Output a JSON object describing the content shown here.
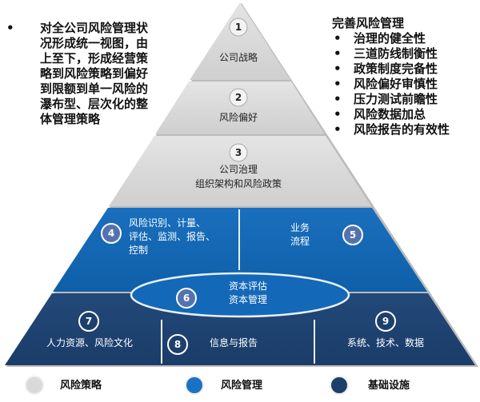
{
  "left_note": {
    "bullet": "•",
    "text": "对全公司风险管理状况形成统一视图，由上至下，形成经营策略到风险策略到偏好到限额到单一风险的瀑布型、层次化的整体管理策略"
  },
  "right_note": {
    "title": "完善风险管理",
    "items": [
      "治理的健全性",
      "三道防线制衡性",
      "政策制度完备性",
      "风险偏好审慎性",
      "压力测试前瞻性",
      "风险数据加总",
      "风险报告的有效性"
    ]
  },
  "levels": [
    {
      "num": "1",
      "lines": [
        "公司战略"
      ]
    },
    {
      "num": "2",
      "lines": [
        "风险偏好"
      ]
    },
    {
      "num": "3",
      "lines": [
        "公司治理",
        "组织架构和风险政策"
      ]
    },
    {
      "num": "4",
      "lines": [
        "风险识别、计量、",
        "评估、监测、报告、",
        "控制"
      ]
    },
    {
      "num": "5",
      "lines": [
        "业务",
        "流程"
      ]
    },
    {
      "num": "6",
      "lines": [
        "资本评估",
        "资本管理"
      ]
    },
    {
      "num": "7",
      "lines": [
        "人力资源、风险文化"
      ]
    },
    {
      "num": "8",
      "lines": [
        "信息与报告"
      ]
    },
    {
      "num": "9",
      "lines": [
        "系统、技术、数据"
      ]
    }
  ],
  "legend": [
    {
      "label": "风险策略",
      "color": "#d9d9d9"
    },
    {
      "label": "风险管理",
      "color": "#1a72c4"
    },
    {
      "label": "基础设施",
      "color": "#1c3f6b"
    }
  ],
  "colors": {
    "gray": "#d9d9d9",
    "blue": "#1a6fbe",
    "navy": "#204675"
  }
}
